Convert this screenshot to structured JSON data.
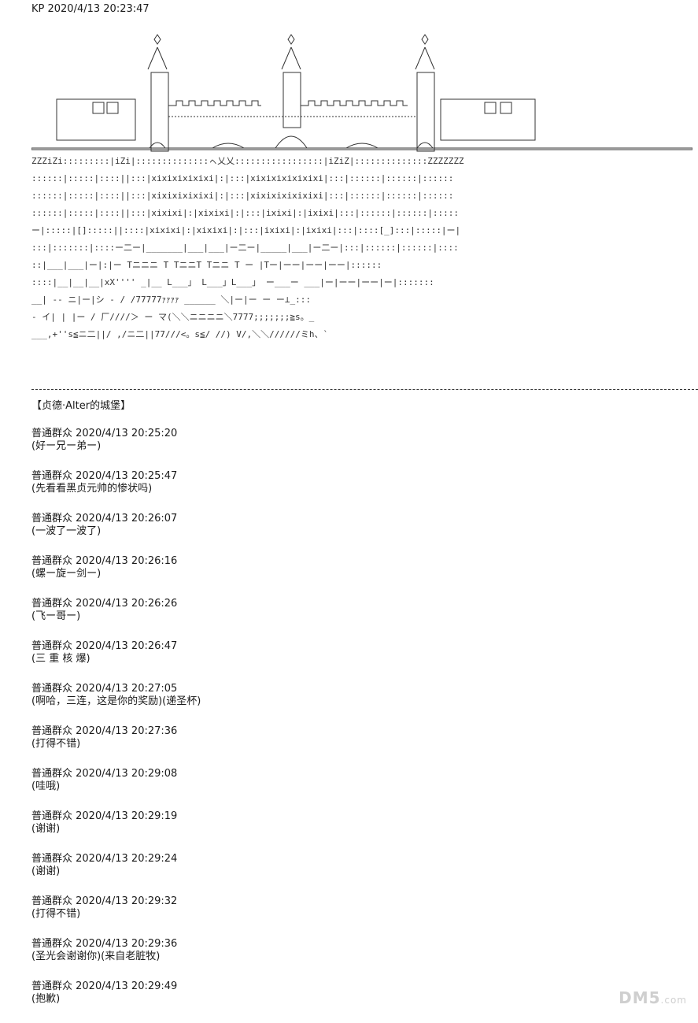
{
  "header": "KP 2020/4/13 20:23:47",
  "caption": "【贞德·Alter的城堡】",
  "comments": [
    {
      "meta": "普通群众 2020/4/13 20:25:20",
      "text": "(好ー兄ー弟ー)"
    },
    {
      "meta": "普通群众 2020/4/13 20:25:47",
      "text": "(先看看黑贞元帅的惨状吗)"
    },
    {
      "meta": "普通群众 2020/4/13 20:26:07",
      "text": "(一波了一波了)"
    },
    {
      "meta": "普通群众 2020/4/13 20:26:16",
      "text": "(螺ー旋ー剑ー)"
    },
    {
      "meta": "普通群众 2020/4/13 20:26:26",
      "text": "(飞ー哥ー)"
    },
    {
      "meta": "普通群众 2020/4/13 20:26:47",
      "text": "(三 重 核 爆)"
    },
    {
      "meta": "普通群众 2020/4/13 20:27:05",
      "text": "(啊哈，三连，这是你的奖励)(递圣杯)"
    },
    {
      "meta": "普通群众 2020/4/13 20:27:36",
      "text": "(打得不错)"
    },
    {
      "meta": "普通群众 2020/4/13 20:29:08",
      "text": "(哇哦)"
    },
    {
      "meta": "普通群众 2020/4/13 20:29:19",
      "text": "(谢谢)"
    },
    {
      "meta": "普通群众 2020/4/13 20:29:24",
      "text": "(谢谢)"
    },
    {
      "meta": "普通群众 2020/4/13 20:29:32",
      "text": "(打得不错)"
    },
    {
      "meta": "普通群众 2020/4/13 20:29:36",
      "text": "(圣光会谢谢你)(来自老脏牧)"
    },
    {
      "meta": "普通群众 2020/4/13 20:29:49",
      "text": "(抱歉)"
    }
  ],
  "watermark": {
    "brand": "DM5",
    "tld": ".com"
  },
  "colors": {
    "text": "#1a1a1a",
    "art": "#333333",
    "watermark": "#cfcfcf"
  }
}
